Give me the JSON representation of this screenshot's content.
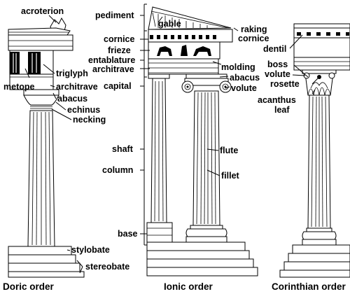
{
  "orders": [
    {
      "caption": "Doric order"
    },
    {
      "caption": "Ionic order"
    },
    {
      "caption": "Corinthian order"
    }
  ],
  "labels": {
    "acroterion": "acroterion",
    "triglyph": "triglyph",
    "metope": "metope",
    "doric_architrave": "architrave",
    "doric_abacus": "abacus",
    "echinus": "echinus",
    "necking": "necking",
    "stylobate": "stylobate",
    "stereobate": "stereobate",
    "pediment": "pediment",
    "gable": "gable",
    "raking_cornice_1": "raking",
    "raking_cornice_2": "cornice",
    "cornice": "cornice",
    "frieze": "frieze",
    "entablature": "entablature",
    "ionic_architrave": "architrave",
    "capital": "capital",
    "molding": "molding",
    "ionic_abacus": "abacus",
    "ionic_volute": "volute",
    "shaft": "shaft",
    "column": "column",
    "base": "base",
    "flute": "flute",
    "fillet": "fillet",
    "dentil": "dentil",
    "boss": "boss",
    "corinthian_volute": "volute",
    "rosette": "rosette",
    "acanthus_1": "acanthus",
    "acanthus_2": "leaf"
  }
}
